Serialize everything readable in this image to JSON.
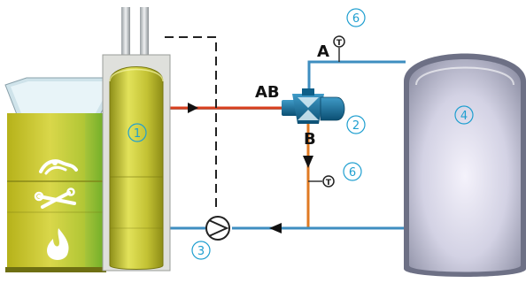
{
  "markers": {
    "boiler": "1",
    "valve": "2",
    "pump": "3",
    "tank": "4",
    "sensor_top": "6",
    "sensor_mid": "6"
  },
  "ports": {
    "ab": "AB",
    "a": "A",
    "b": "B"
  },
  "sensor_symbol": "T",
  "icons": [
    "hands-icon",
    "tools-icon",
    "flame-icon"
  ],
  "colors": {
    "boiler_green": "#c9cc3a",
    "marker_blue": "#1f9fd0",
    "pipe_red": "#d8401f",
    "pipe_blue": "#3e8ec0",
    "pipe_orange": "#e07a22",
    "valve_blue": "#0e5f88",
    "tank_silver": "#c9ccd8"
  }
}
